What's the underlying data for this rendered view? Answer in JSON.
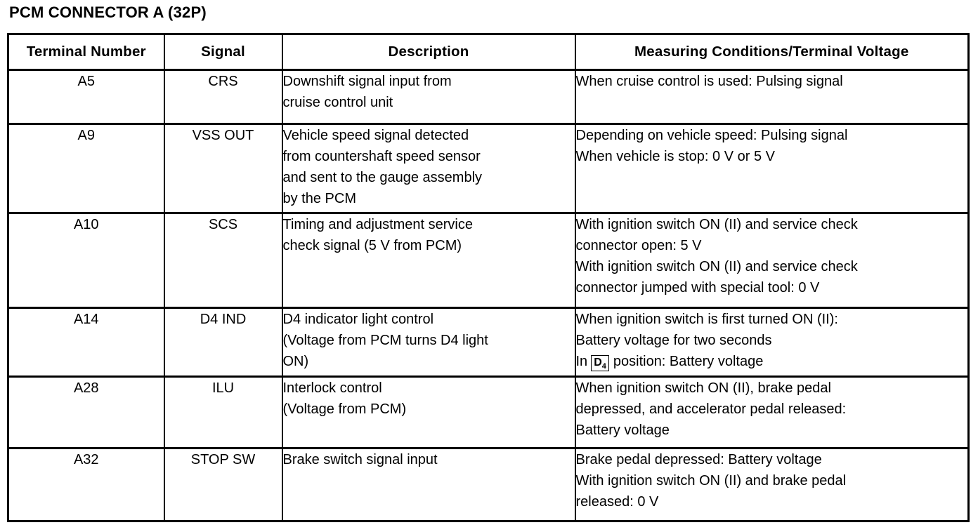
{
  "page": {
    "title": "PCM CONNECTOR A (32P)"
  },
  "table": {
    "headers": {
      "terminal": "Terminal Number",
      "signal": "Signal",
      "description": "Description",
      "conditions": "Measuring Conditions/Terminal Voltage"
    },
    "rows": [
      {
        "terminal": "A5",
        "signal": "CRS",
        "description": "Downshift signal input from\ncruise control unit",
        "conditions": "When cruise control is used: Pulsing signal"
      },
      {
        "terminal": "A9",
        "signal": "VSS OUT",
        "description": "Vehicle speed signal detected\nfrom countershaft speed sensor\nand sent to the gauge assembly\nby the PCM",
        "conditions": "Depending on vehicle speed: Pulsing signal\nWhen vehicle is stop: 0 V or 5 V"
      },
      {
        "terminal": "A10",
        "signal": "SCS",
        "description": "Timing and adjustment service\ncheck signal (5 V from PCM)",
        "conditions": "With ignition switch ON (II) and service check\nconnector open: 5 V\nWith ignition switch ON (II) and service check\nconnector jumped with special tool: 0 V"
      },
      {
        "terminal": "A14",
        "signal": "D4 IND",
        "description": "D4 indicator light control\n(Voltage from PCM turns D4 light\nON)",
        "conditions_pre": "When ignition switch is first turned ON (II):\nBattery voltage for two seconds",
        "in_label": "In",
        "d4_main": "D",
        "d4_sub": "4",
        "conditions_post": "position: Battery voltage"
      },
      {
        "terminal": "A28",
        "signal": "ILU",
        "description": "Interlock control\n(Voltage from PCM)",
        "conditions": "When ignition switch ON (II), brake pedal\ndepressed, and accelerator pedal released:\nBattery voltage"
      },
      {
        "terminal": "A32",
        "signal": "STOP SW",
        "description": "Brake switch signal input",
        "conditions": "Brake pedal depressed: Battery voltage\nWith ignition switch ON (II) and brake pedal\nreleased: 0 V"
      }
    ]
  }
}
